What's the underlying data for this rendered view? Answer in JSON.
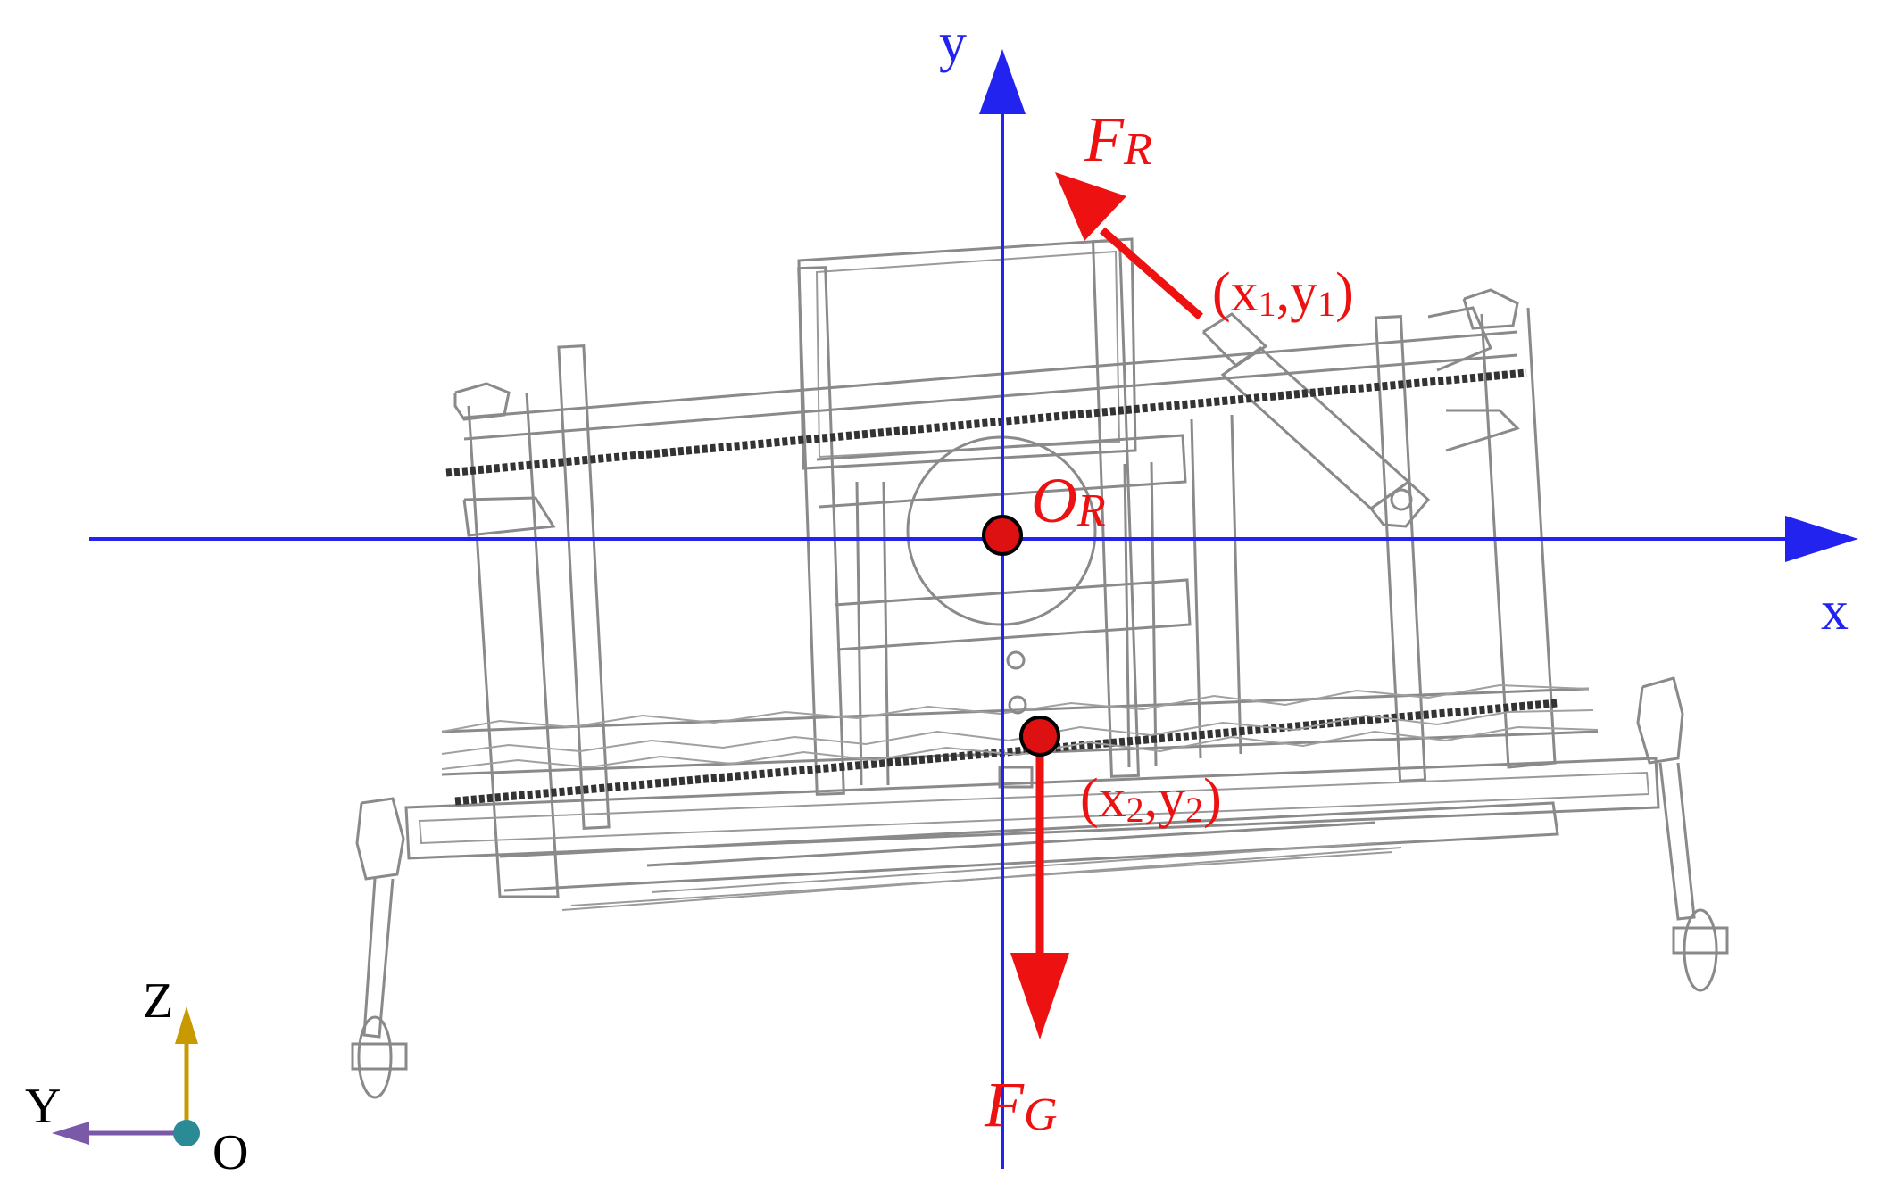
{
  "colors": {
    "axis": "#2323f0",
    "force": "#ee1111",
    "point_fill": "#dd1111",
    "frame_z": "#c89a00",
    "frame_y": "#7a5aa8",
    "frame_origin": "#2a8a96",
    "machine_lines": "#8a8a8a"
  },
  "axes": {
    "x_label": "x",
    "y_label": "y"
  },
  "origin": {
    "symbol": "O",
    "subscript": "R"
  },
  "forces": {
    "reaction": {
      "symbol": "F",
      "subscript": "R"
    },
    "gravity": {
      "symbol": "F",
      "subscript": "G"
    }
  },
  "points": {
    "p1": {
      "open": "(x",
      "sub_a": "1",
      "mid": ",y",
      "sub_b": "1",
      "close": ")"
    },
    "p2": {
      "open": "(x",
      "sub_a": "2",
      "mid": ",y",
      "sub_b": "2",
      "close": ")"
    }
  },
  "global_frame": {
    "z_label": "Z",
    "y_label": "Y",
    "origin_label": "O"
  }
}
